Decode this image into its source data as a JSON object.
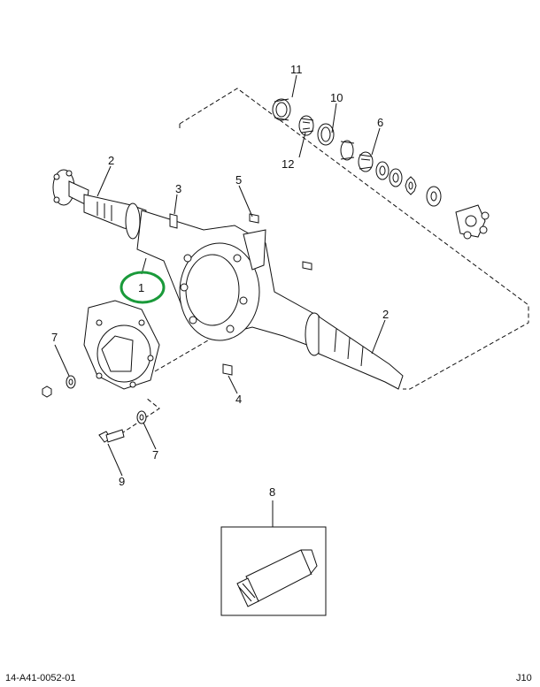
{
  "diagram": {
    "callouts": {
      "c1": "1",
      "c2a": "2",
      "c2b": "2",
      "c3": "3",
      "c4": "4",
      "c5": "5",
      "c6": "6",
      "c7a": "7",
      "c7b": "7",
      "c8": "8",
      "c9": "9",
      "c10": "10",
      "c11": "11",
      "c12": "12"
    },
    "highlight_color": "#1a9a3a",
    "highlighted_callout": "1"
  },
  "footer": {
    "drawing_number": "14-A41-0052-01",
    "sheet": "J10"
  }
}
